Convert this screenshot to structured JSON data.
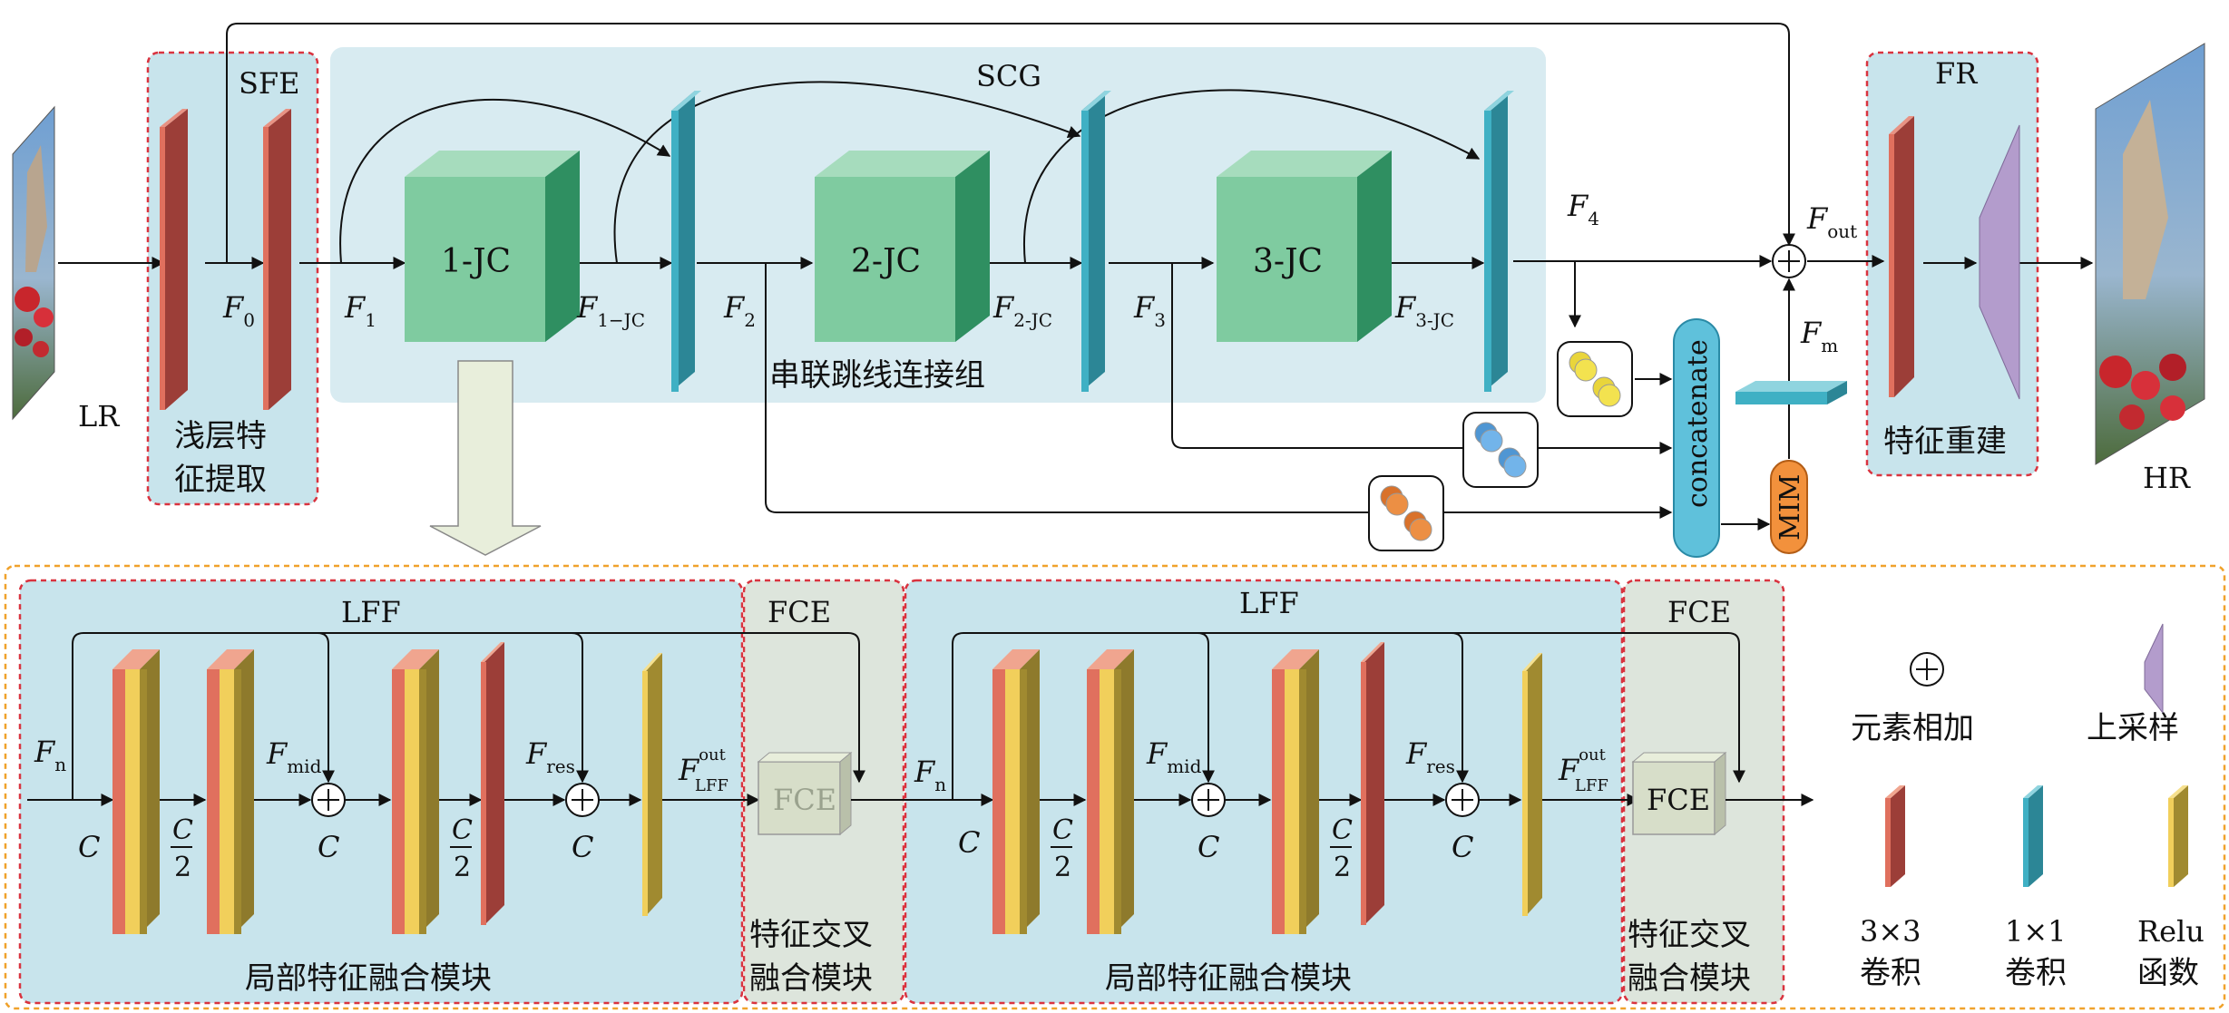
{
  "colors": {
    "panel": "#c8e4ec",
    "panel_gray": "#dde5dc",
    "conv3": "#e0705e",
    "conv1": "#3fb0c4",
    "relu": "#f1cf5b",
    "upsample": "#b39ccc",
    "jc": "#7fcba0",
    "red_dash": "#d9333f",
    "orange_dash": "#f0a22c",
    "mim": "#f2913c",
    "concat": "#5fc1db"
  },
  "top": {
    "lr_label": "LR",
    "hr_label": "HR",
    "sfe": {
      "tag": "SFE",
      "line1": "浅层特",
      "line2": "征提取"
    },
    "scg": {
      "tag": "SCG",
      "caption": "串联跳线连接组"
    },
    "fr": {
      "tag": "FR",
      "caption": "特征重建"
    },
    "jc_blocks": [
      "1-JC",
      "2-JC",
      "3-JC"
    ],
    "concat_label": "concatenate",
    "mim_label": "MIM",
    "features": {
      "f0": {
        "base": "F",
        "sub": "0"
      },
      "f1": {
        "base": "F",
        "sub": "1"
      },
      "f1jc": {
        "base": "F",
        "sub": "1−JC"
      },
      "f2": {
        "base": "F",
        "sub": "2"
      },
      "f2jc": {
        "base": "F",
        "sub": "2-JC"
      },
      "f3": {
        "base": "F",
        "sub": "3"
      },
      "f3jc": {
        "base": "F",
        "sub": "3-JC"
      },
      "f4": {
        "base": "F",
        "sub": "4"
      },
      "fout": {
        "base": "F",
        "sub": "out"
      },
      "fm": {
        "base": "F",
        "sub": "m"
      }
    }
  },
  "bottom": {
    "lff_tag": "LFF",
    "fce_tag": "FCE",
    "lff_caption": "局部特征融合模块",
    "fce_line1": "特征交叉",
    "fce_line2": "融合模块",
    "fce_block": "FCE",
    "fn": {
      "base": "F",
      "sub": "n"
    },
    "fmid": {
      "base": "F",
      "sub": "mid"
    },
    "fres": {
      "base": "F",
      "sub": "res"
    },
    "flff": {
      "base": "F",
      "sub": "LFF",
      "sup": "out"
    },
    "c": "C",
    "c2_num": "C",
    "c2_den": "2"
  },
  "legend": {
    "add": "元素相加",
    "upsample": "上采样",
    "conv3": {
      "line1": "3×3",
      "line2": "卷积"
    },
    "conv1": {
      "line1": "1×1",
      "line2": "卷积"
    },
    "relu": {
      "line1": "Relu",
      "line2": "函数"
    }
  }
}
